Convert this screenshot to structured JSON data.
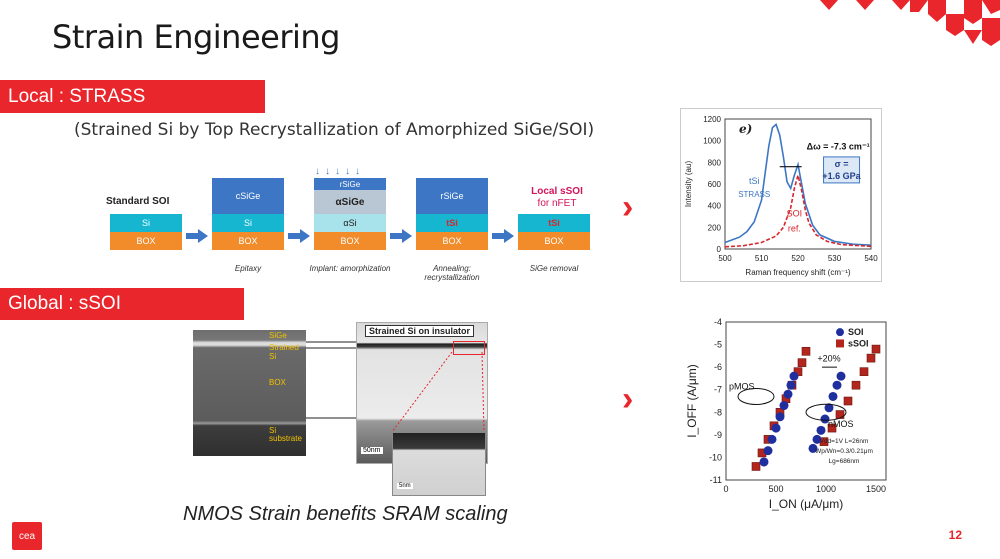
{
  "title": "Strain Engineering",
  "local_banner": "Local : STRASS",
  "local_subtitle": "(Strained Si by Top Recrystallization of Amorphized SiGe/SOI)",
  "global_banner": "Global : sSOI",
  "caption": "NMOS Strain benefits SRAM scaling",
  "page_number": "12",
  "logo_text": "cea",
  "brand_color": "#e8262c",
  "flow": {
    "standard_soi_label": "Standard SOI",
    "local_ssoi_label": "Local sSOI",
    "local_ssoi_sub": "for nFET",
    "steps": [
      {
        "top": "",
        "mid": "Si",
        "bot": "BOX",
        "caption": ""
      },
      {
        "top": "cSiGe",
        "mid": "Si",
        "bot": "BOX",
        "caption": "Epitaxy"
      },
      {
        "top": "rSiGe",
        "mid2": "αSiGe",
        "mid": "αSi",
        "bot": "BOX",
        "caption": "Implant: amorphization"
      },
      {
        "top": "rSiGe",
        "mid": "tSi",
        "bot": "BOX",
        "caption": "Annealing: recrystallization"
      },
      {
        "top": "",
        "mid": "tSi",
        "bot": "BOX",
        "caption": "SiGe removal"
      }
    ]
  },
  "tem": {
    "label_sige": "SiGe",
    "label_strained": "Strained Si",
    "label_box": "BOX",
    "label_si": "Si",
    "label_substrate": "substrate",
    "inset_title": "Strained Si on insulator",
    "scale1": "50nm",
    "scale2": "5nm"
  },
  "chart_data": [
    {
      "type": "line",
      "panel_label": "e)",
      "xlabel": "Raman frequency shift (cm⁻¹)",
      "ylabel": "Intensity (au)",
      "xlim": [
        500,
        540
      ],
      "ylim": [
        0,
        1200
      ],
      "xticks": [
        500,
        510,
        520,
        530,
        540
      ],
      "yticks": [
        0,
        200,
        400,
        600,
        800,
        1000,
        1200
      ],
      "annotation_shift": "Δω = -7.3 cm⁻¹",
      "annotation_sigma": "σ =",
      "annotation_sigma_val": "+1.6 GPa",
      "series": [
        {
          "name": "tSi STRASS",
          "label1": "tSi",
          "label2": "STRASS",
          "color": "#3c76c4",
          "x": [
            500,
            504,
            506,
            508,
            510,
            511,
            512,
            513,
            514,
            515,
            516,
            517,
            518,
            519,
            520,
            521,
            522,
            524,
            526,
            530,
            535,
            540
          ],
          "y": [
            60,
            110,
            160,
            250,
            450,
            700,
            950,
            1120,
            1150,
            1050,
            850,
            620,
            560,
            680,
            780,
            600,
            420,
            220,
            130,
            70,
            45,
            35
          ]
        },
        {
          "name": "SOI ref.",
          "label1": "SOI",
          "label2": "ref.",
          "color": "#d9262c",
          "x": [
            500,
            505,
            510,
            514,
            516,
            518,
            519,
            520,
            521,
            522,
            523,
            525,
            528,
            532,
            540
          ],
          "y": [
            20,
            30,
            60,
            120,
            200,
            380,
            560,
            680,
            540,
            360,
            240,
            130,
            70,
            40,
            25
          ]
        }
      ]
    },
    {
      "type": "scatter",
      "xlabel": "I_ON (μA/μm)",
      "ylabel": "I_OFF (A/μm)",
      "xlim": [
        0,
        1600
      ],
      "ylim": [
        -11,
        -4
      ],
      "xticks": [
        0,
        500,
        1000,
        1500
      ],
      "yticks": [
        -4,
        -5,
        -6,
        -7,
        -8,
        -9,
        -10,
        -11
      ],
      "annotation_gain": "+20%",
      "label_pmos": "pMOS",
      "label_nmos": "nMOS",
      "conditions": [
        "Vdd=1V L=26nm",
        "Wp/Wn=0.3/0.21μm",
        "Lg=686nm"
      ],
      "series": [
        {
          "name": "SOI",
          "color": "#1f2f9e",
          "x": [
            380,
            420,
            460,
            500,
            540,
            580,
            620,
            650,
            680,
            870,
            910,
            950,
            990,
            1030,
            1070,
            1110,
            1150
          ],
          "y": [
            -10.2,
            -9.7,
            -9.2,
            -8.7,
            -8.2,
            -7.7,
            -7.2,
            -6.8,
            -6.4,
            -9.6,
            -9.2,
            -8.8,
            -8.3,
            -7.8,
            -7.3,
            -6.8,
            -6.4
          ]
        },
        {
          "name": "sSOI",
          "color": "#b3261e",
          "x": [
            300,
            360,
            420,
            480,
            540,
            600,
            660,
            720,
            760,
            800,
            980,
            1060,
            1140,
            1220,
            1300,
            1380,
            1450,
            1500
          ],
          "y": [
            -10.4,
            -9.8,
            -9.2,
            -8.6,
            -8.0,
            -7.4,
            -6.8,
            -6.2,
            -5.8,
            -5.3,
            -9.3,
            -8.7,
            -8.1,
            -7.5,
            -6.8,
            -6.2,
            -5.6,
            -5.2
          ]
        }
      ]
    }
  ]
}
